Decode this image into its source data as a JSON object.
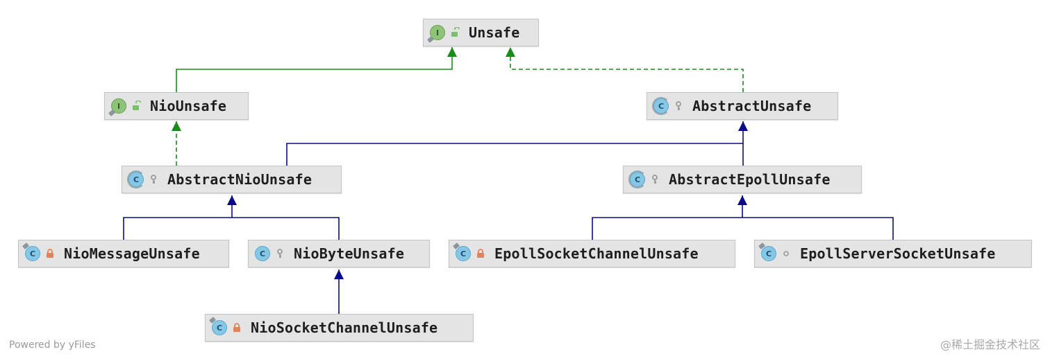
{
  "colors": {
    "interface_edge": "#1a8a1a",
    "class_edge": "#0a0a8a",
    "node_fill": "#e4e4e4",
    "node_border": "#c4c4c4"
  },
  "nodes": {
    "unsafe": {
      "label": "Unsafe",
      "kind": "interface",
      "letter": "I",
      "visibility": "package-lock-open-icon"
    },
    "nio_unsafe": {
      "label": "NioUnsafe",
      "kind": "interface",
      "letter": "I",
      "visibility": "package-lock-open-icon"
    },
    "abstract_unsafe": {
      "label": "AbstractUnsafe",
      "kind": "abstract-class",
      "letter": "C",
      "visibility": "protected-key-icon"
    },
    "abstract_nio_unsafe": {
      "label": "AbstractNioUnsafe",
      "kind": "abstract-class",
      "letter": "C",
      "visibility": "protected-key-icon"
    },
    "abstract_epoll_unsafe": {
      "label": "AbstractEpollUnsafe",
      "kind": "abstract-class",
      "letter": "C",
      "visibility": "protected-key-icon"
    },
    "nio_message_unsafe": {
      "label": "NioMessageUnsafe",
      "kind": "class",
      "letter": "C",
      "visibility": "private-lock-icon"
    },
    "nio_byte_unsafe": {
      "label": "NioByteUnsafe",
      "kind": "class",
      "letter": "C",
      "visibility": "protected-key-icon"
    },
    "epoll_socket_channel_unsafe": {
      "label": "EpollSocketChannelUnsafe",
      "kind": "class",
      "letter": "C",
      "visibility": "private-lock-icon"
    },
    "epoll_server_socket_unsafe": {
      "label": "EpollServerSocketUnsafe",
      "kind": "class",
      "letter": "C",
      "visibility": "package-dot-icon"
    },
    "nio_socket_channel_unsafe": {
      "label": "NioSocketChannelUnsafe",
      "kind": "class",
      "letter": "C",
      "visibility": "private-lock-icon"
    }
  },
  "edges": [
    {
      "from": "nio_unsafe",
      "to": "unsafe",
      "type": "extends-interface"
    },
    {
      "from": "abstract_unsafe",
      "to": "unsafe",
      "type": "implements"
    },
    {
      "from": "abstract_nio_unsafe",
      "to": "nio_unsafe",
      "type": "implements"
    },
    {
      "from": "abstract_nio_unsafe",
      "to": "abstract_unsafe",
      "type": "extends"
    },
    {
      "from": "abstract_epoll_unsafe",
      "to": "abstract_unsafe",
      "type": "extends"
    },
    {
      "from": "nio_message_unsafe",
      "to": "abstract_nio_unsafe",
      "type": "extends"
    },
    {
      "from": "nio_byte_unsafe",
      "to": "abstract_nio_unsafe",
      "type": "extends"
    },
    {
      "from": "epoll_socket_channel_unsafe",
      "to": "abstract_epoll_unsafe",
      "type": "extends"
    },
    {
      "from": "epoll_server_socket_unsafe",
      "to": "abstract_epoll_unsafe",
      "type": "extends"
    },
    {
      "from": "nio_socket_channel_unsafe",
      "to": "nio_byte_unsafe",
      "type": "extends"
    }
  ],
  "footer": {
    "powered_by": "Powered by yFiles",
    "watermark": "@稀土掘金技术社区"
  }
}
